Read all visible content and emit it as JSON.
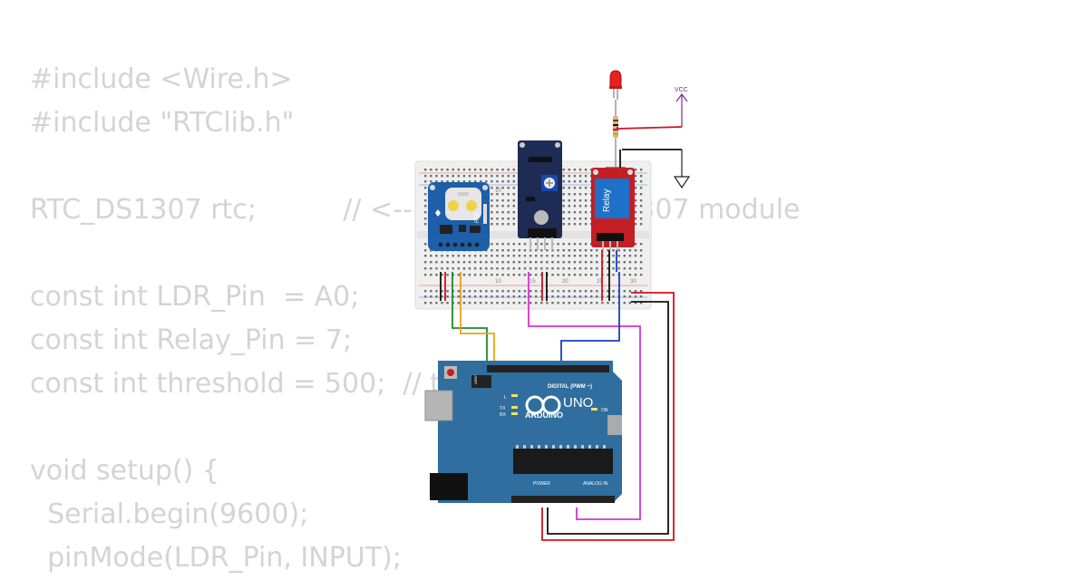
{
  "code": {
    "lines": [
      "#include <Wire.h>",
      "#include \"RTClib.h\"",
      "",
      "RTC_DS1307 rtc;          // <-- use this for DS1307 module",
      "",
      "const int LDR_Pin  = A0;",
      "const int Relay_Pin = 7;",
      "const int threshold = 500;  // tune this",
      "",
      "void setup() {",
      "  Serial.begin(9600);",
      "  pinMode(LDR_Pin, INPUT);"
    ]
  },
  "circuit": {
    "vcc_label": "VCC",
    "breadboard_numbers": [
      "10",
      "15",
      "20",
      "25",
      "30"
    ],
    "rtc_label": "RTC",
    "relay_label": "Relay",
    "arduino": {
      "brand": "ARDUINO",
      "model": "UNO",
      "digital_label": "DIGITAL (PWM ~)",
      "power_label": "POWER",
      "analog_label": "ANALOG IN",
      "on_label": "ON",
      "l_label": "L",
      "tx_label": "TX",
      "rx_label": "RX",
      "aref_label": "AREF"
    },
    "colors": {
      "arduino_board": "#2f6e9e",
      "rtc_board": "#1d5fa8",
      "ldr_board": "#1e2b55",
      "relay_board": "#c41e25",
      "wire_red": "#d0131b",
      "wire_black": "#111111",
      "wire_green": "#1a8a2a",
      "wire_orange": "#e8a317",
      "wire_magenta": "#d633d6",
      "wire_blue": "#1a3fc0"
    }
  }
}
